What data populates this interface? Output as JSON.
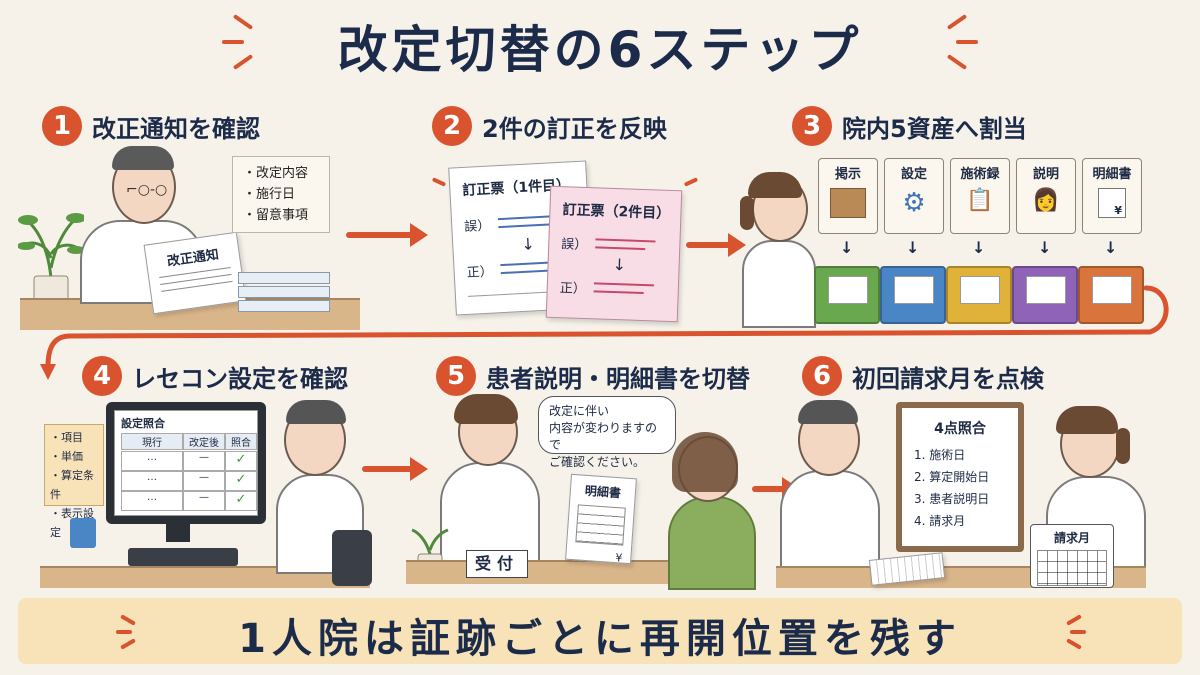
{
  "title": "改定切替の6ステップ",
  "steps": [
    {
      "num": "1",
      "label": "改正通知を確認"
    },
    {
      "num": "2",
      "label": "2件の訂正を反映"
    },
    {
      "num": "3",
      "label": "院内5資産へ割当"
    },
    {
      "num": "4",
      "label": "レセコン設定を確認"
    },
    {
      "num": "5",
      "label": "患者説明・明細書を切替"
    },
    {
      "num": "6",
      "label": "初回請求月を点検"
    }
  ],
  "step1": {
    "notes": [
      "・改定内容",
      "・施行日",
      "・留意事項"
    ],
    "document": "改正通知"
  },
  "step2": {
    "card1": {
      "title": "訂正票（1件目）",
      "wrong": "誤）",
      "right": "正）"
    },
    "card2": {
      "title": "訂正票（2件目）",
      "wrong": "誤）",
      "right": "正）"
    }
  },
  "step3": {
    "assets": [
      {
        "label": "掲示",
        "icon": "bulletin-board-icon",
        "tray_color": "#6aa84f"
      },
      {
        "label": "設定",
        "icon": "gear-icon",
        "tray_color": "#4a86c5"
      },
      {
        "label": "施術録",
        "icon": "clipboard-icon",
        "tray_color": "#e0b23a"
      },
      {
        "label": "説明",
        "icon": "person-icon",
        "tray_color": "#8e63b8"
      },
      {
        "label": "明細書",
        "icon": "receipt-icon",
        "tray_color": "#d9743c"
      }
    ],
    "arrow": "↓",
    "receipt_symbol": "¥"
  },
  "step4": {
    "notes": [
      "・項目",
      "・単価",
      "・算定条件",
      "・表示設定"
    ],
    "screen_title": "設定照合",
    "columns": [
      "現行",
      "改定後",
      "照合"
    ],
    "rows": [
      [
        "…",
        "—",
        "✓"
      ],
      [
        "…",
        "—",
        "✓"
      ],
      [
        "…",
        "—",
        "✓"
      ]
    ]
  },
  "step5": {
    "speech": [
      "改定に伴い",
      "内容が変わりますので",
      "ご確認ください。"
    ],
    "reception": "受付",
    "statement": "明細書",
    "statement_symbol": "¥"
  },
  "step6": {
    "board_title": "4点照合",
    "items": [
      "1. 施術日",
      "2. 算定開始日",
      "3. 患者説明日",
      "4. 請求月"
    ],
    "calendar": "請求月"
  },
  "footer": "1人院は証跡ごとに再開位置を残す",
  "colors": {
    "accent": "#d9532e",
    "navy": "#1c2b4a",
    "banner": "#f7e3b7",
    "background": "#f6f2ea"
  }
}
